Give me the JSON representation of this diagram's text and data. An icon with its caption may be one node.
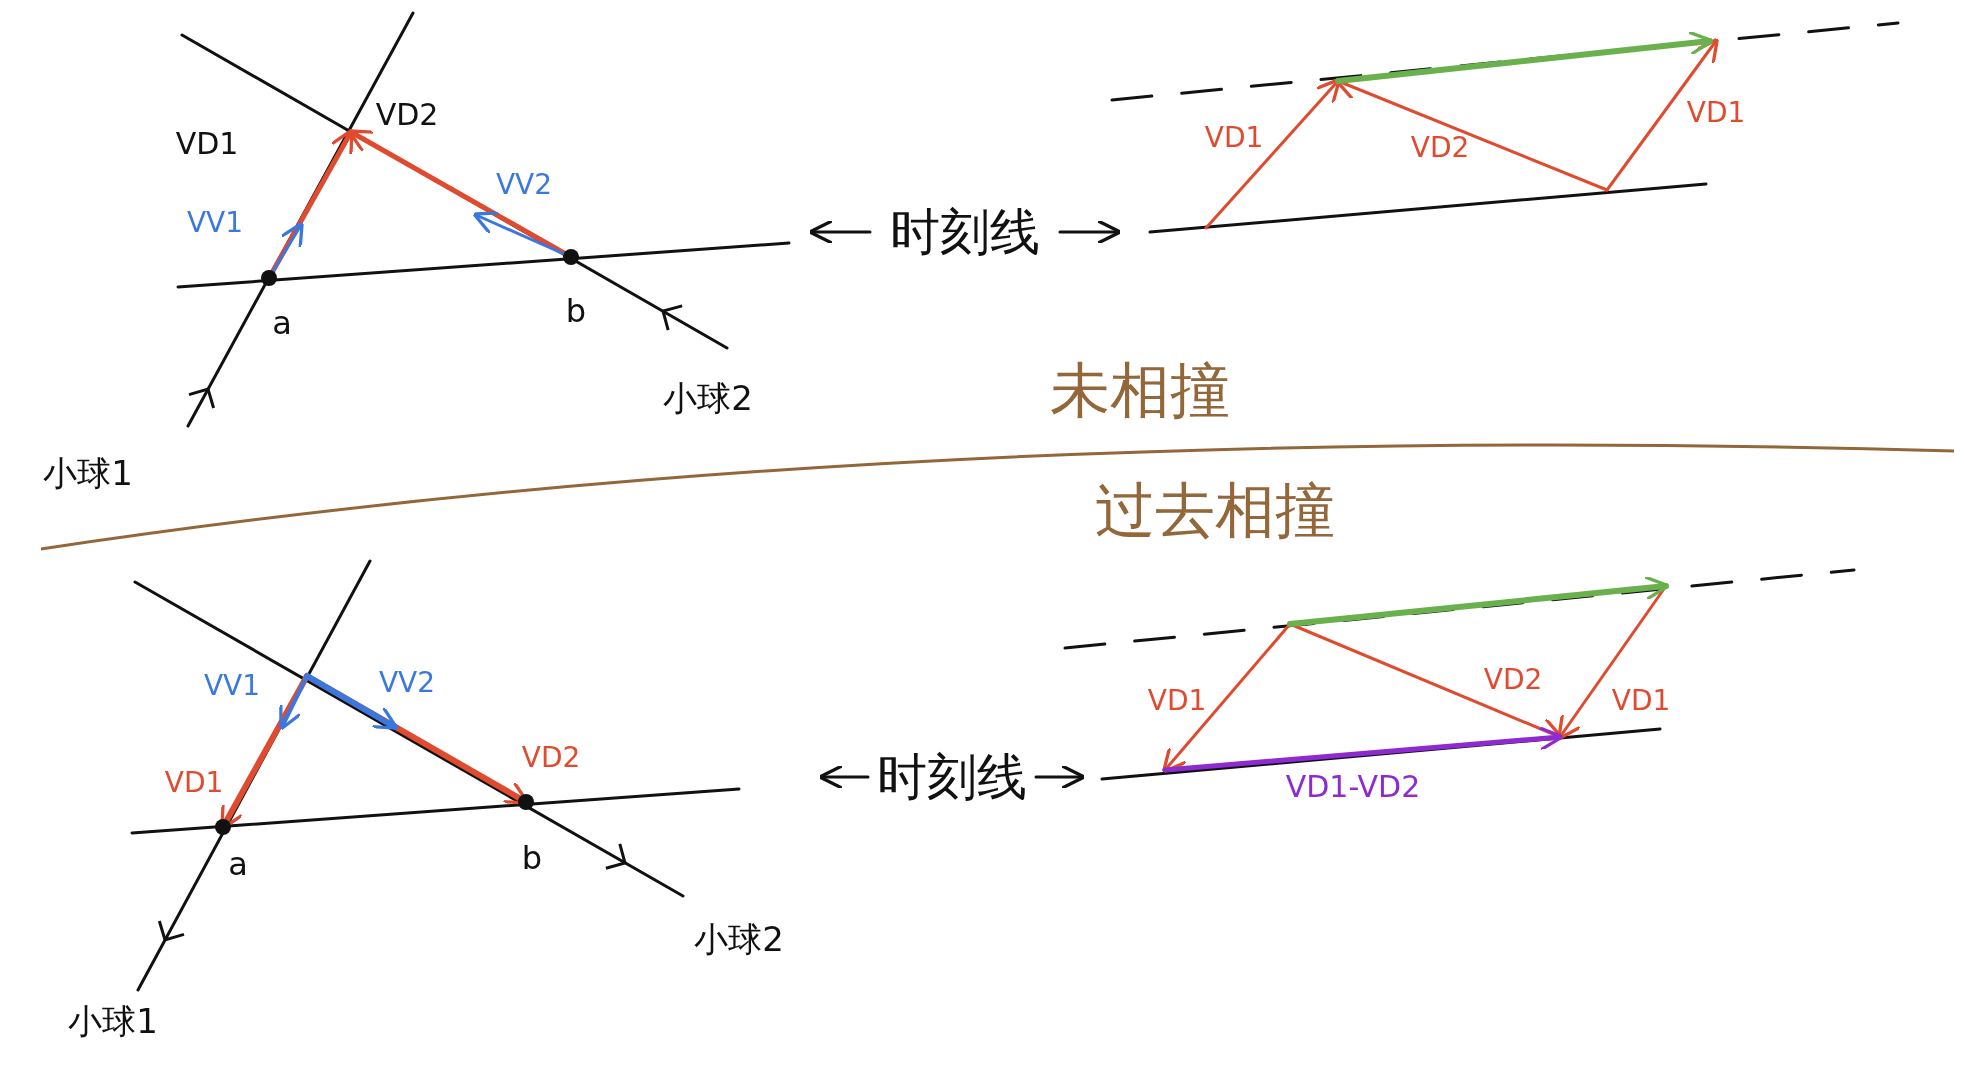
{
  "diagram": {
    "labels": [
      "VD1",
      "VD2",
      "VV1",
      "VV2",
      "时刻线",
      "a",
      "b",
      "小球2",
      "小球1",
      "VD1",
      "VD2",
      "VD1",
      "未相撞",
      "过去相撞",
      "VV1",
      "VV2",
      "VD1",
      "VD2",
      "时刻线",
      "a",
      "b",
      "小球2",
      "小球1",
      "VD1",
      "VD2",
      "VD1",
      "VD1-VD2"
    ]
  }
}
